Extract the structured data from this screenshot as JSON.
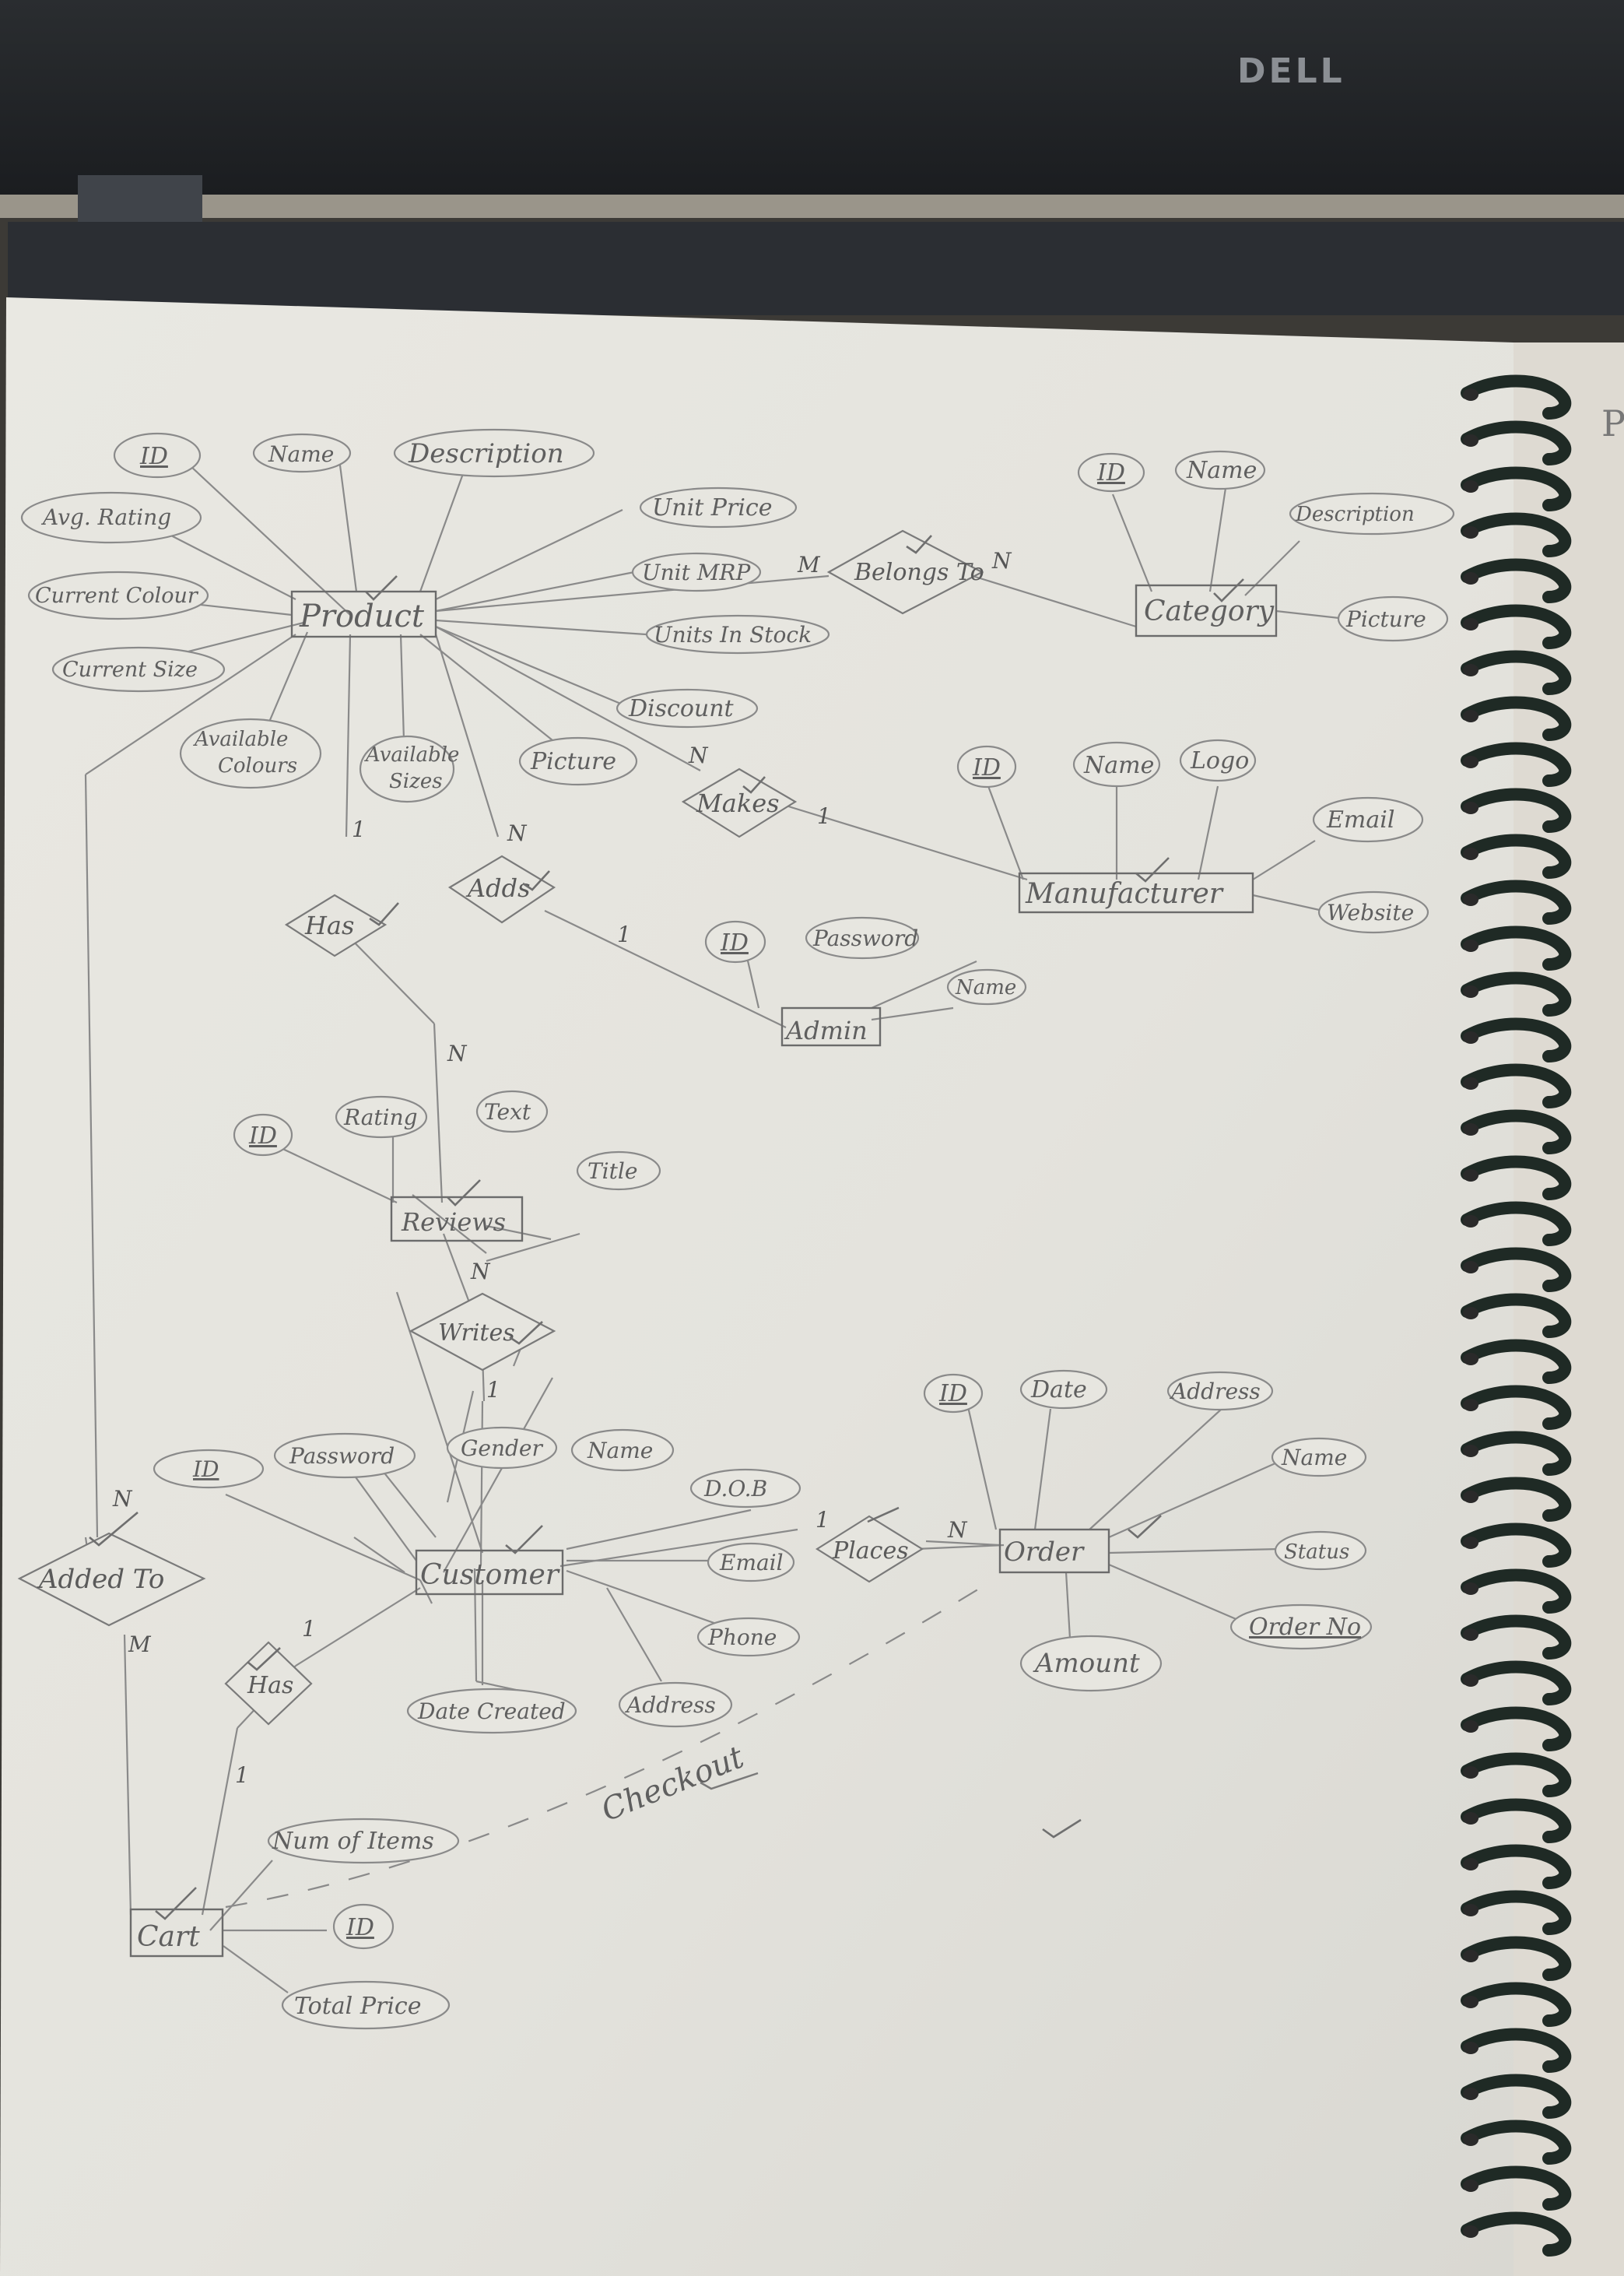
{
  "laptop": {
    "brand": "DELL"
  },
  "page_edge_letter": "P",
  "entities": {
    "product": "Product",
    "category": "Category",
    "manufacturer": "Manufacturer",
    "admin": "Admin",
    "reviews": "Reviews",
    "customer": "Customer",
    "order": "Order",
    "cart": "Cart"
  },
  "attributes": {
    "product": {
      "id": "ID",
      "name": "Name",
      "description": "Description",
      "avg_rating": "Avg. Rating",
      "current_colour": "Current Colour",
      "current_size": "Current Size",
      "unit_price": "Unit Price",
      "unit_mrp": "Unit MRP",
      "units_in_stock": "Units In Stock",
      "discount": "Discount",
      "available_colours_1": "Available",
      "available_colours_2": "Colours",
      "available_sizes_1": "Available",
      "available_sizes_2": "Sizes",
      "picture": "Picture"
    },
    "category": {
      "id": "ID",
      "name": "Name",
      "description": "Description",
      "picture": "Picture"
    },
    "manufacturer": {
      "id": "ID",
      "name": "Name",
      "logo": "Logo",
      "email": "Email",
      "website": "Website"
    },
    "admin": {
      "id": "ID",
      "password": "Password",
      "name": "Name"
    },
    "reviews": {
      "id": "ID",
      "rating": "Rating",
      "text": "Text",
      "title": "Title"
    },
    "customer": {
      "id": "ID",
      "password": "Password",
      "gender": "Gender",
      "name": "Name",
      "dob": "D.O.B",
      "email": "Email",
      "phone": "Phone",
      "address": "Address",
      "date_created": "Date Created"
    },
    "order": {
      "id": "ID",
      "date": "Date",
      "address": "Address",
      "name": "Name",
      "status": "Status",
      "order_no": "Order No",
      "amount": "Amount"
    },
    "cart": {
      "num_items": "Num of Items",
      "id": "ID",
      "total_price": "Total Price"
    }
  },
  "relationships": {
    "belongs_to": "Belongs To",
    "makes": "Makes",
    "has_reviews": "Has",
    "adds": "Adds",
    "writes": "Writes",
    "places": "Places",
    "added_to": "Added To",
    "has_cart": "Has"
  },
  "cardinalities": {
    "belongs_product": "M",
    "belongs_category": "N",
    "makes_product": "N",
    "makes_manufacturer": "1",
    "has_product": "1",
    "has_reviews": "N",
    "adds_product": "N",
    "adds_admin": "1",
    "writes_reviews": "N",
    "writes_customer": "1",
    "places_customer": "1",
    "places_order": "N",
    "added_product": "N",
    "added_cart": "M",
    "hascart_customer": "1",
    "hascart_cart": "1"
  },
  "annotations": {
    "checkout": "Checkout"
  }
}
